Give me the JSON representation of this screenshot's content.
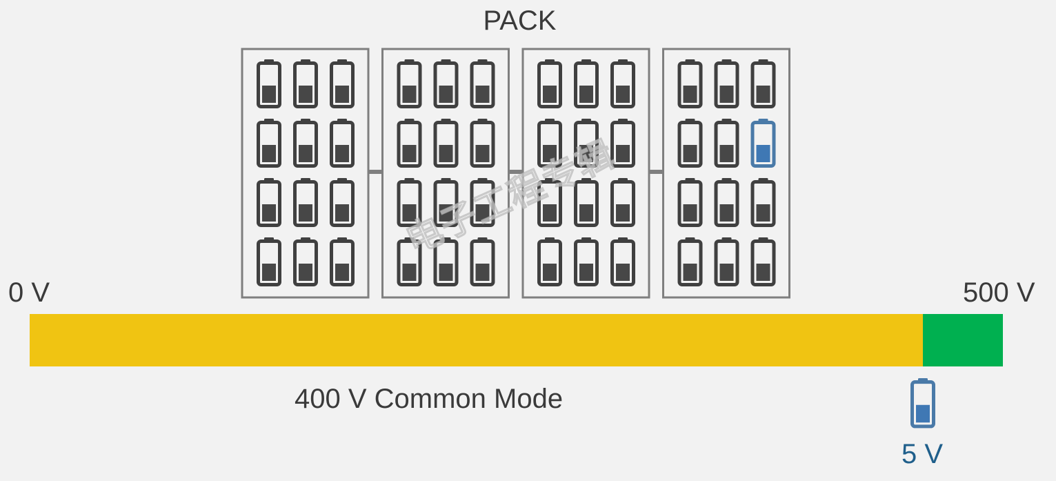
{
  "diagram": {
    "pack_label": "PACK",
    "scale_min_label": "0 V",
    "scale_max_label": "500 V",
    "common_mode_label": "400 V Common Mode",
    "cell_voltage_label": "5 V",
    "watermark_text": "电子工程专辑"
  },
  "pack": {
    "modules": 4,
    "rows_per_module": 4,
    "cols_per_module": 3,
    "highlighted_cell": {
      "module": 4,
      "row": 2,
      "col": 3
    }
  },
  "voltage_scale": {
    "min_v": 0,
    "max_v": 500,
    "segments": [
      {
        "name": "common-mode",
        "fraction": 0.918
      },
      {
        "name": "cell-voltage",
        "fraction": 0.082
      }
    ]
  },
  "colors": {
    "background": "#f2f2f2",
    "text": "#3a3a3a",
    "accent_text": "#1f5f8b",
    "module_border": "#7f7f7f",
    "cell_outline": "#404040",
    "cell_fill": "#474747",
    "highlight_outline": "#4a7aa8",
    "highlight_fill": "#3f78b4",
    "common_mode_bar": "#f0c412",
    "cell_voltage_bar": "#00b050"
  }
}
